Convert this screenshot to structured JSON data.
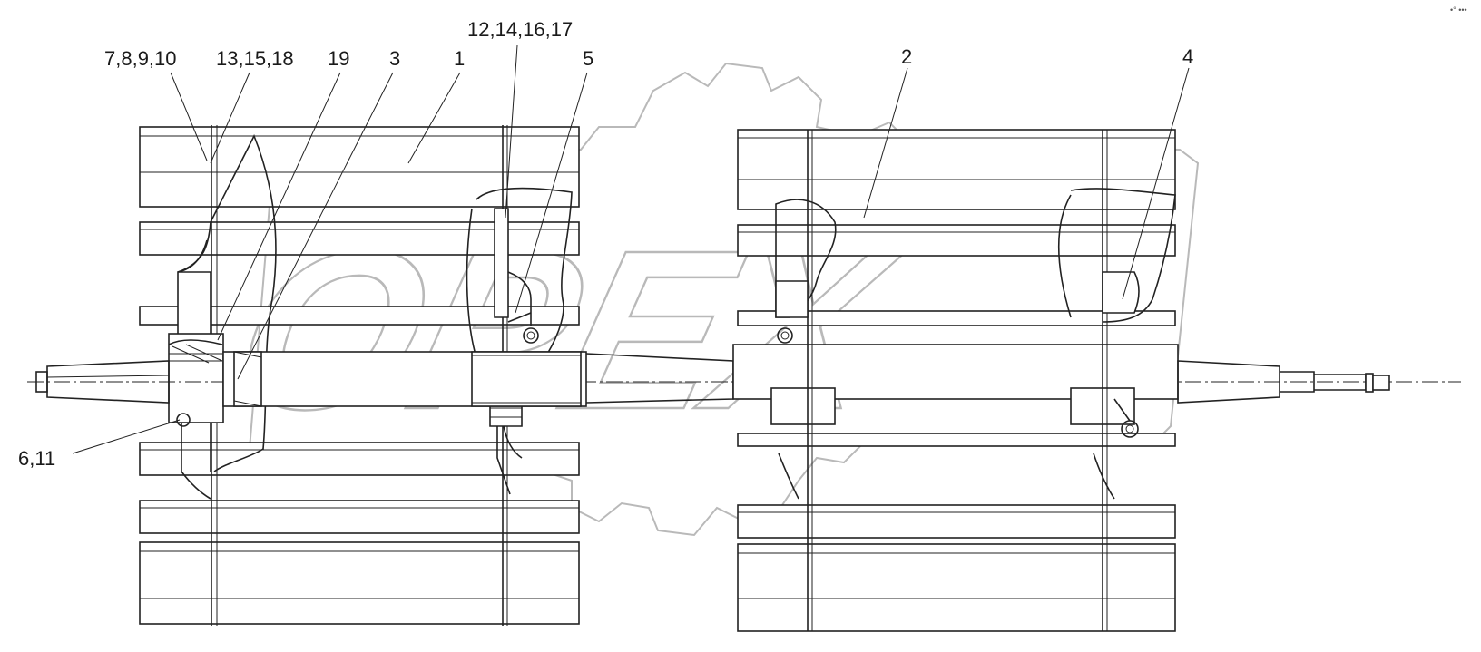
{
  "watermark": {
    "text": "OPEX"
  },
  "corner_mark": "•° •••",
  "callouts": [
    {
      "id": "c-7-8-9-10",
      "text": "7,8,9,10"
    },
    {
      "id": "c-13-15-18",
      "text": "13,15,18"
    },
    {
      "id": "c-19",
      "text": "19"
    },
    {
      "id": "c-3",
      "text": "3"
    },
    {
      "id": "c-1",
      "text": "1"
    },
    {
      "id": "c-12-14-16-17",
      "text": "12,14,16,17"
    },
    {
      "id": "c-5",
      "text": "5"
    },
    {
      "id": "c-2",
      "text": "2"
    },
    {
      "id": "c-4",
      "text": "4"
    },
    {
      "id": "c-6-11",
      "text": "6,11"
    }
  ]
}
